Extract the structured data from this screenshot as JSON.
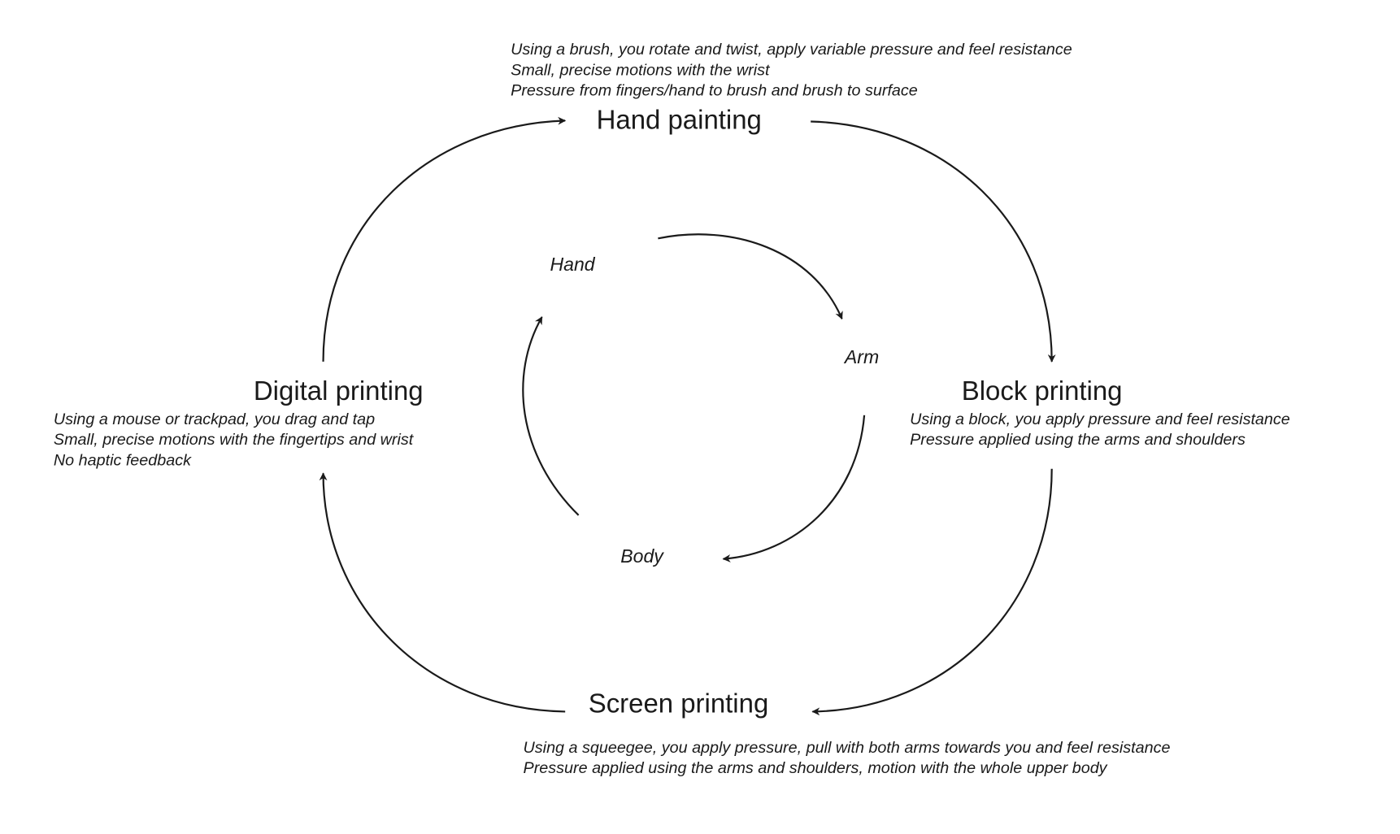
{
  "nodes": {
    "hand_painting": {
      "title": "Hand painting",
      "lines": [
        "Using a brush, you rotate and twist, apply variable pressure and feel resistance",
        "Small, precise motions with the wrist",
        "Pressure from fingers/hand to brush and brush to surface"
      ]
    },
    "block_printing": {
      "title": "Block printing",
      "lines": [
        "Using a block, you apply pressure and feel resistance",
        "Pressure applied using the arms and shoulders"
      ]
    },
    "screen_printing": {
      "title": "Screen printing",
      "lines": [
        "Using a squeegee, you apply pressure, pull with both arms towards you and feel resistance",
        "Pressure applied using the arms and shoulders, motion with the whole upper body"
      ]
    },
    "digital_printing": {
      "title": "Digital printing",
      "lines": [
        "Using a mouse or trackpad, you drag and tap",
        "Small, precise motions with the fingertips and wrist",
        "No haptic feedback"
      ]
    }
  },
  "inner_cycle": {
    "hand": "Hand",
    "arm": "Arm",
    "body": "Body"
  },
  "colors": {
    "ink": "#1a1a1a",
    "background": "#ffffff"
  }
}
